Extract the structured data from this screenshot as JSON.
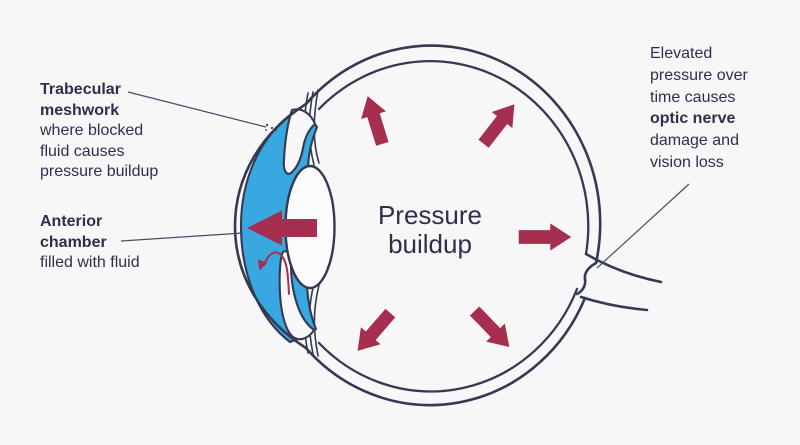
{
  "colors": {
    "background": "#f7f7f8",
    "fill_light": "#f7f7f8",
    "outline": "#343a50",
    "fluid_blue": "#3aa8e0",
    "arrow_maroon": "#a62f50",
    "text": "#2d3049",
    "callout": "#474d66",
    "lens_fill": "#fcfcfd"
  },
  "labels": {
    "trabecular": {
      "lines": [
        "Trabecular",
        "meshwork",
        "where blocked",
        "fluid causes",
        "pressure buildup"
      ]
    },
    "anterior": {
      "lines": [
        "Anterior",
        "chamber",
        "filled with fluid"
      ]
    },
    "optic": {
      "lines": [
        "Elevated",
        "pressure over",
        "time causes",
        "optic nerve",
        "damage and",
        "vision loss"
      ]
    },
    "center": {
      "lines": [
        "Pressure",
        "buildup"
      ]
    }
  }
}
